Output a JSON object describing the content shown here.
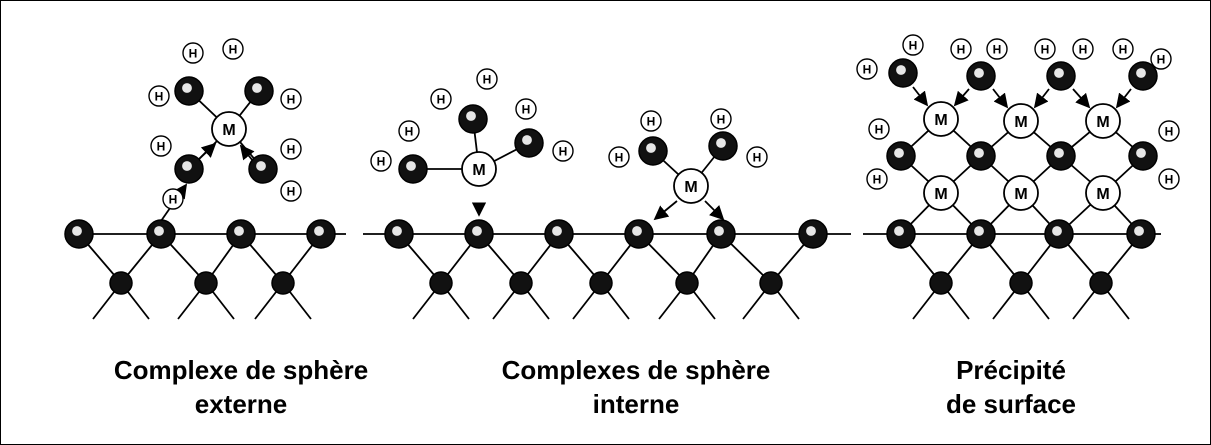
{
  "labels": {
    "metal": "M",
    "hydrogen": "H"
  },
  "captions": {
    "outer_sphere": [
      "Complexe de sphère",
      "externe"
    ],
    "inner_sphere": [
      "Complexes de sphère",
      "interne"
    ],
    "surface_precipitate": [
      "Précipité",
      "de surface"
    ]
  },
  "colors": {
    "atom_fill": "#111111",
    "line": "#000000",
    "background": "#ffffff"
  }
}
